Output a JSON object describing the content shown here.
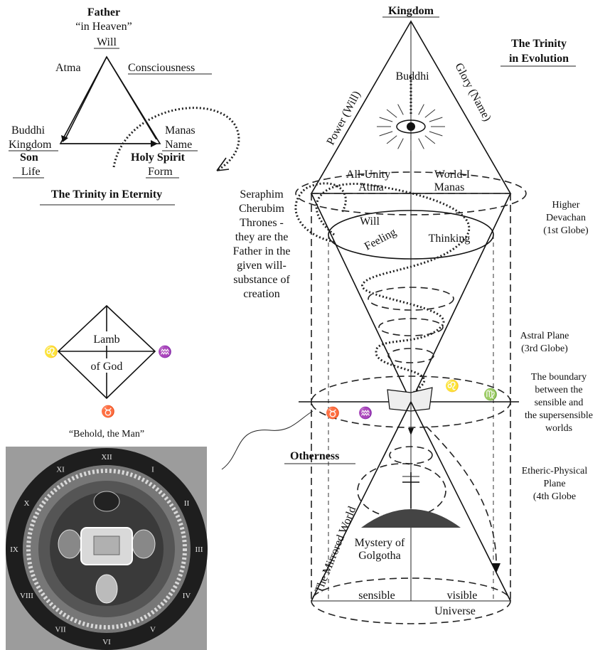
{
  "eternity": {
    "father": "Father",
    "in_heaven": "“in Heaven”",
    "will": "Will",
    "atma": "Atma",
    "consciousness": "Consciousness",
    "buddhi": "Buddhi",
    "kingdom": "Kingdom",
    "son": "Son",
    "life": "Life",
    "manas": "Manas",
    "name": "Name",
    "holy_spirit": "Holy Spirit",
    "form": "Form",
    "title": "The Trinity in Eternity"
  },
  "lamb": {
    "top": "Lamb",
    "bottom": "of God",
    "caption": "“Behold, the Man”",
    "left_symbol": "♌",
    "right_symbol": "♒",
    "bottom_symbol": "♉"
  },
  "evolution": {
    "kingdom": "Kingdom",
    "title_line1": "The Trinity",
    "title_line2": "in Evolution",
    "buddhi": "Buddhi",
    "power": "Power (Will)",
    "glory": "Glory (Name)",
    "all_unity": "All-Unity",
    "atma": "Atma",
    "world_i": "World-I",
    "manas": "Manas",
    "will": "Will",
    "feeling": "Feeling",
    "thinking": "Thinking",
    "otherness": "Otherness",
    "mirrored_world": "The Mirrored World",
    "mystery_of": "Mystery of",
    "golgotha": "Golgotha",
    "sensible": "sensible",
    "visible": "visible",
    "universe": "Universe",
    "sym_left": "♉",
    "sym_mid": "♒",
    "sym_leo": "♌",
    "sym_right": "♍"
  },
  "left_notes": {
    "lines": [
      "Seraphim",
      "Cherubim",
      "Thrones -",
      "they are the",
      "Father in the",
      "given will-",
      "substance of",
      "creation"
    ]
  },
  "right_notes": {
    "higher": [
      "Higher",
      "Devachan",
      "(1st Globe)"
    ],
    "astral": [
      "Astral Plane",
      "(3rd Globe)"
    ],
    "boundary": [
      "The boundary",
      "between the",
      "sensible and",
      "the supersensible",
      "worlds"
    ],
    "etheric": [
      "Etheric-Physical",
      "Plane",
      "(4th Globe"
    ]
  },
  "engraving": {
    "numerals": [
      "XII",
      "I",
      "II",
      "III",
      "IV",
      "V",
      "VI",
      "VII",
      "VIII",
      "IX",
      "X",
      "XI"
    ]
  }
}
